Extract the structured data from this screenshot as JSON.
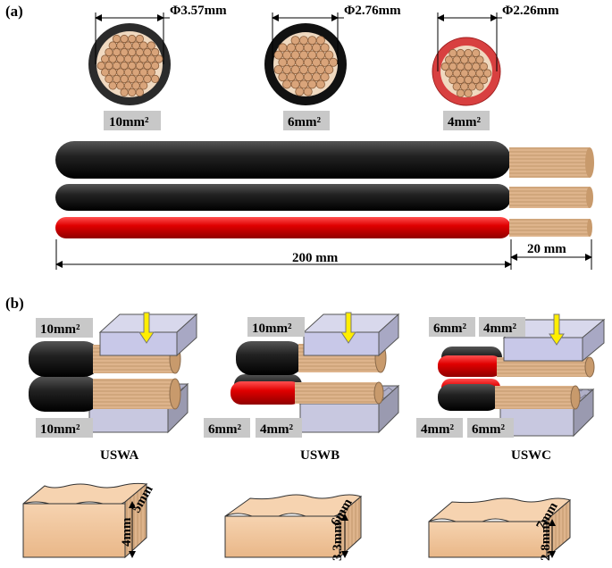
{
  "panel_a": {
    "label": "(a)",
    "cross_sections": [
      {
        "diameter": "Φ3.57mm",
        "area": "10mm²",
        "insulation_color": "#2b2b2b"
      },
      {
        "diameter": "Φ2.76mm",
        "area": "6mm²",
        "insulation_color": "#111111"
      },
      {
        "diameter": "Φ2.26mm",
        "area": "4mm²",
        "insulation_color": "#d84040"
      }
    ],
    "cable_length": "200 mm",
    "stripped_length": "20 mm",
    "cable_colors": [
      "#1a1a1a",
      "#1a1a1a",
      "#e00000"
    ],
    "copper_color": "#deb48c"
  },
  "panel_b": {
    "label": "(b)",
    "setups": [
      {
        "name": "USWA",
        "top_wire": "10mm²",
        "bottom_wire": "10mm²"
      },
      {
        "name": "USWB",
        "top_wire": "10mm²",
        "bottom_left": "6mm²",
        "bottom_right": "4mm²"
      },
      {
        "name": "USWC",
        "top_left": "6mm²",
        "top_right": "4mm²",
        "bottom_left": "4mm²",
        "bottom_right": "6mm²"
      }
    ],
    "blocks": [
      {
        "depth": "5mm",
        "height": "4mm"
      },
      {
        "depth": "6mm",
        "height": "3.3mm"
      },
      {
        "depth": "7mm",
        "height": "2.8mm"
      }
    ],
    "pressure_arrow_color": "#ffee00",
    "sonotrode_color": "#c8c8e8"
  }
}
